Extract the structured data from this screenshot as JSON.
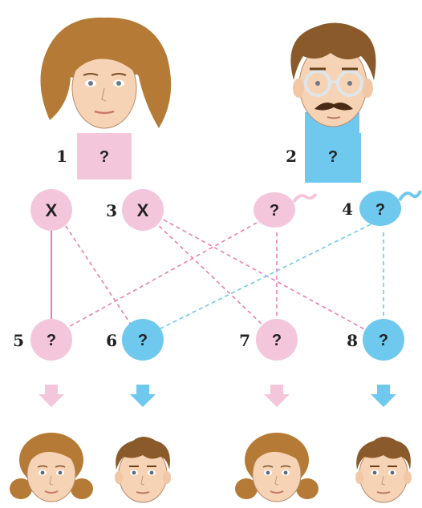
{
  "colors": {
    "female_pink": "#f4c6dc",
    "male_blue": "#6fc8ee",
    "pink_line": "#e97fb0",
    "blue_line": "#6fc8ee",
    "hair_brown": "#b57a35",
    "skin": "#f6d3b4"
  },
  "parents": {
    "mother": {
      "number": "1",
      "label": "?"
    },
    "father": {
      "number": "2",
      "label": "?"
    }
  },
  "gametes": {
    "egg_a": {
      "label": "X"
    },
    "egg_b": {
      "number": "3",
      "label": "X"
    },
    "sperm_a": {
      "label": "?"
    },
    "sperm_b": {
      "number": "4",
      "label": "?"
    }
  },
  "zygotes": [
    {
      "number": "5",
      "label": "?"
    },
    {
      "number": "6",
      "label": "?"
    },
    {
      "number": "7",
      "label": "?"
    },
    {
      "number": "8",
      "label": "?"
    }
  ],
  "children": [
    {
      "icon": "girl-face-icon"
    },
    {
      "icon": "boy-face-icon"
    },
    {
      "icon": "girl-face-icon"
    },
    {
      "icon": "boy-face-icon"
    }
  ],
  "icons": {
    "mother": "woman-face-icon",
    "father": "man-with-glasses-face-icon",
    "arrow": "down-arrow-icon"
  }
}
